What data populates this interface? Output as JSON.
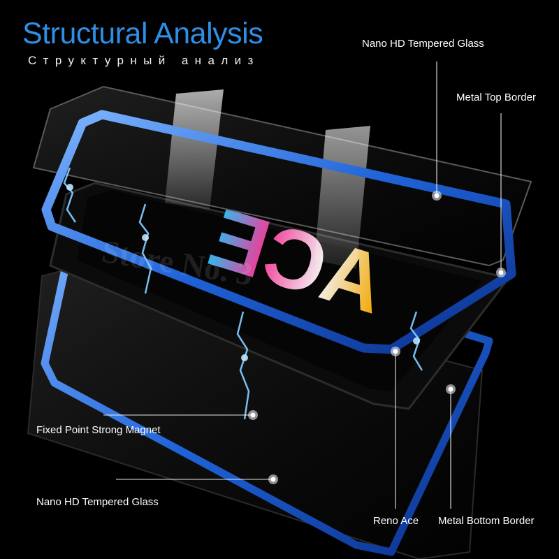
{
  "title": "Structural Analysis",
  "subtitle": "Структурный анализ",
  "callouts": {
    "top_glass": "Nano HD Tempered Glass",
    "top_border": "Metal Top Border",
    "magnet": "Fixed Point Strong Magnet",
    "bottom_glass": "Nano HD Tempered Glass",
    "phone": "Reno Ace",
    "bottom_border": "Metal Bottom Border"
  },
  "screen_text": "ACE",
  "watermark": "Store No. 3",
  "colors": {
    "background": "#000000",
    "accent_blue": "#2d8fe6",
    "frame_blue": "#1f63d8",
    "text": "#ffffff"
  }
}
